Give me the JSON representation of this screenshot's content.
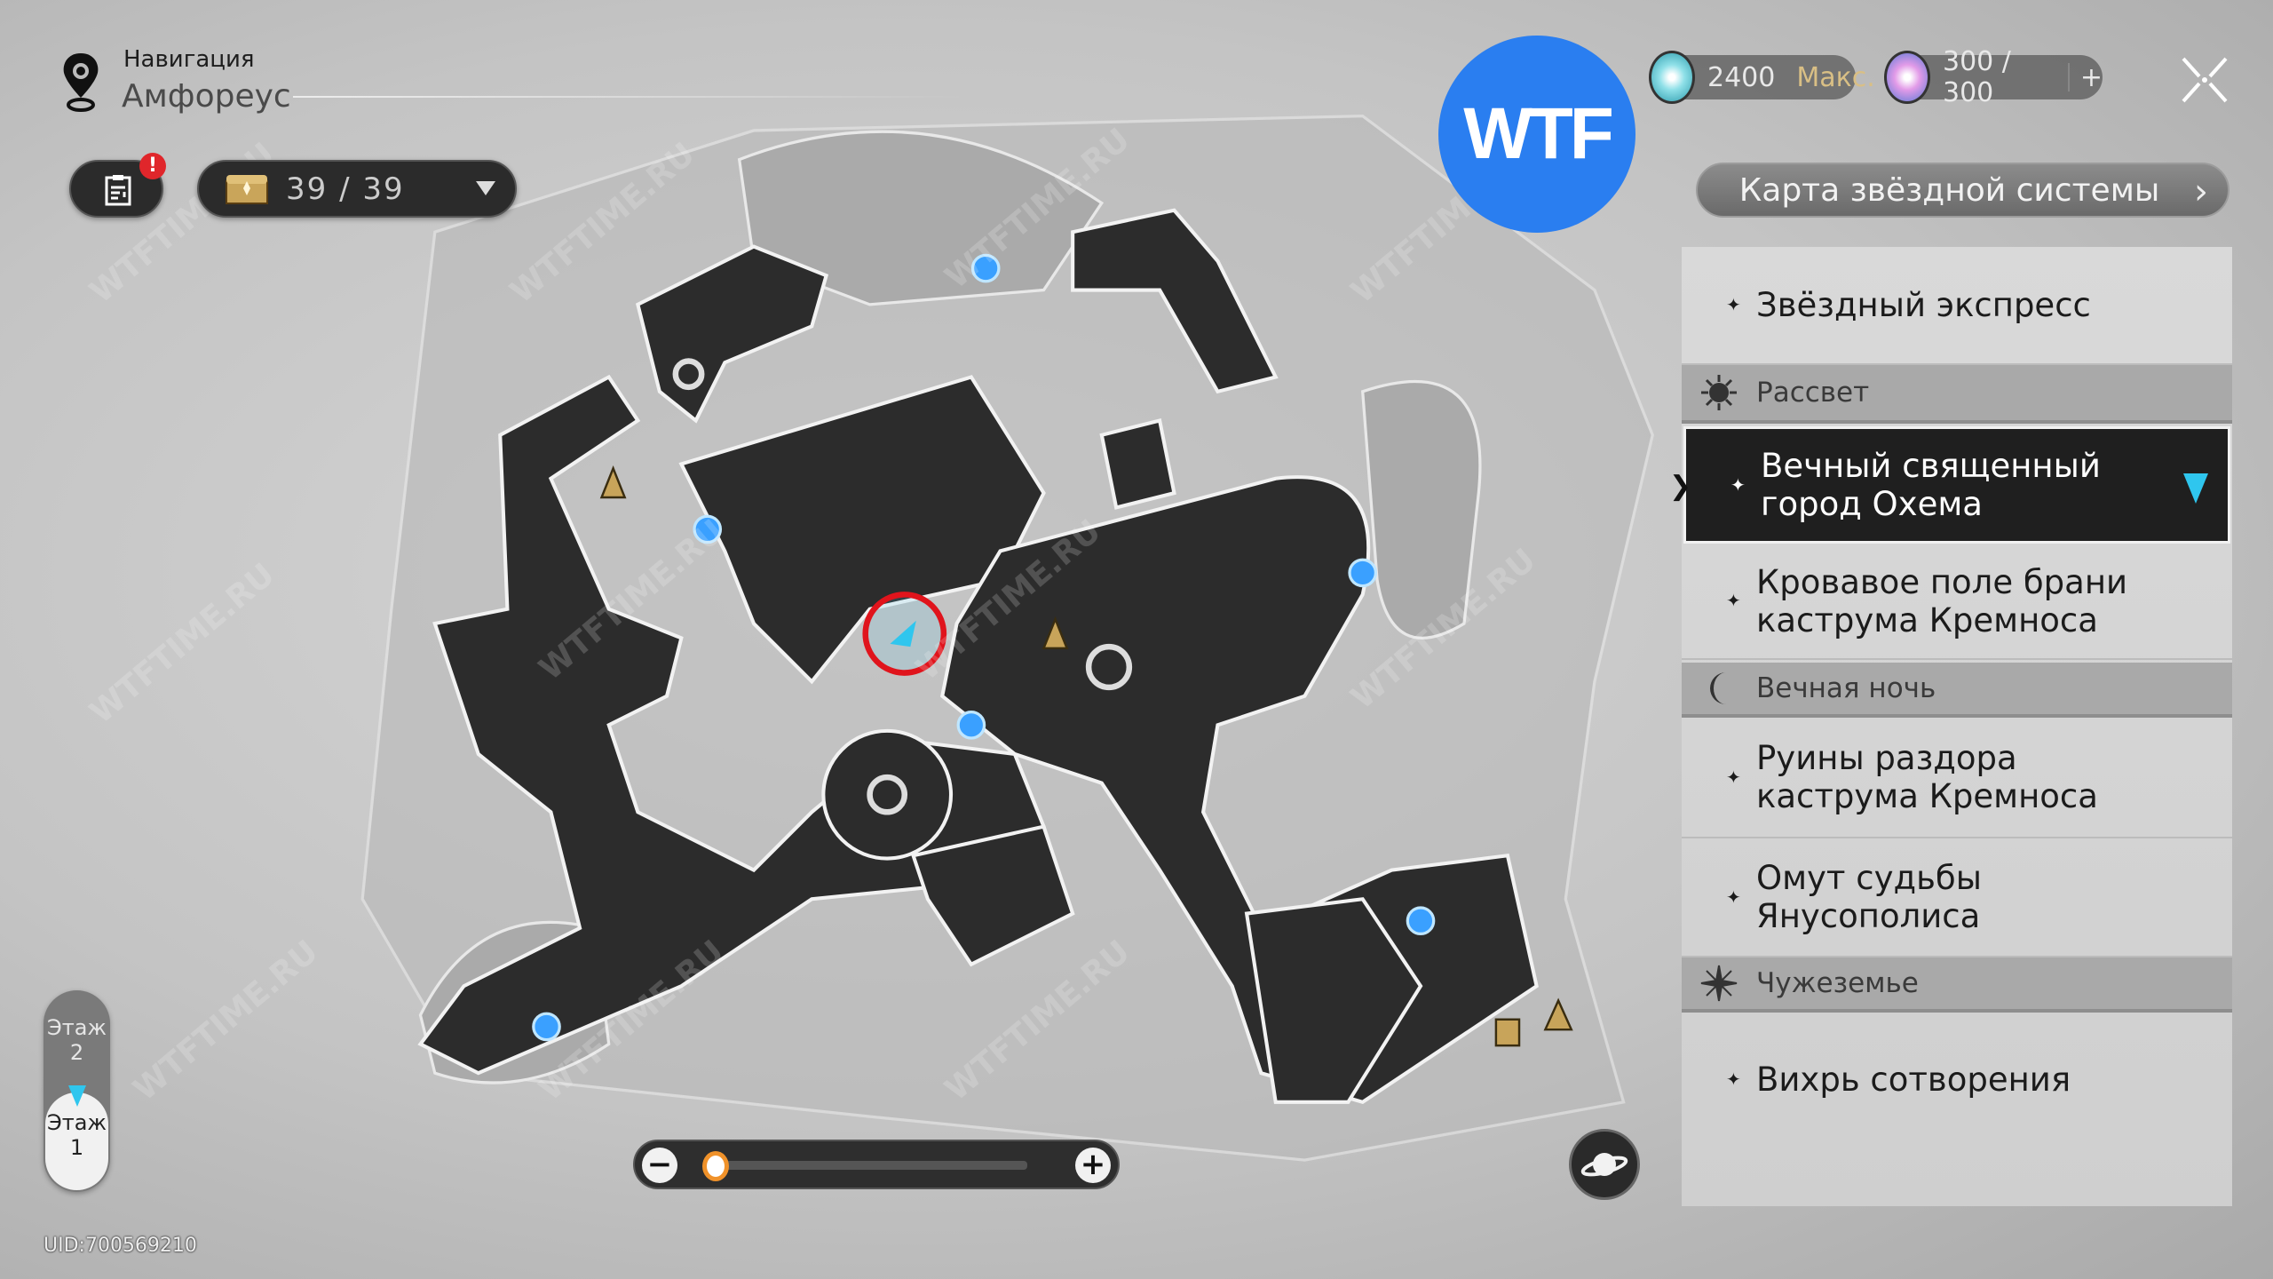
{
  "header": {
    "nav_title": "Навигация",
    "region": "Амфореус"
  },
  "toolbar": {
    "quest_alert": "!",
    "chest_count": "39 / 39"
  },
  "currencies": [
    {
      "name": "trailblaze-power",
      "value": "2400",
      "status": "Макс."
    },
    {
      "name": "reserved-power",
      "value": "300 / 300",
      "status": "+"
    }
  ],
  "star_map_button": "Карта звёздной системы",
  "overlay_logo": "WTF",
  "watermark": "WTFTIME.RU",
  "sidebar": {
    "express": "Звёздный экспресс",
    "groups": [
      {
        "header": "Рассвет",
        "items": [
          "Вечный священный город Охема",
          "Кровавое поле брани каструма Кремноса"
        ]
      },
      {
        "header": "Вечная ночь",
        "items": [
          "Руины раздора каструма Кремноса",
          "Омут судьбы Янусополиса"
        ]
      },
      {
        "header": "Чужеземье",
        "items": [
          "Вихрь сотворения"
        ]
      }
    ],
    "selected": "Вечный священный город Охема"
  },
  "floors": {
    "floor2": "Этаж 2",
    "floor1": "Этаж 1",
    "current": "Этаж 1"
  },
  "zoom_level": 0.0,
  "uid": "UID:700569210",
  "colors": {
    "accent": "#2fc6ee",
    "alert": "#e0262b",
    "slider": "#f0922a",
    "logo": "#2a7ef0"
  }
}
